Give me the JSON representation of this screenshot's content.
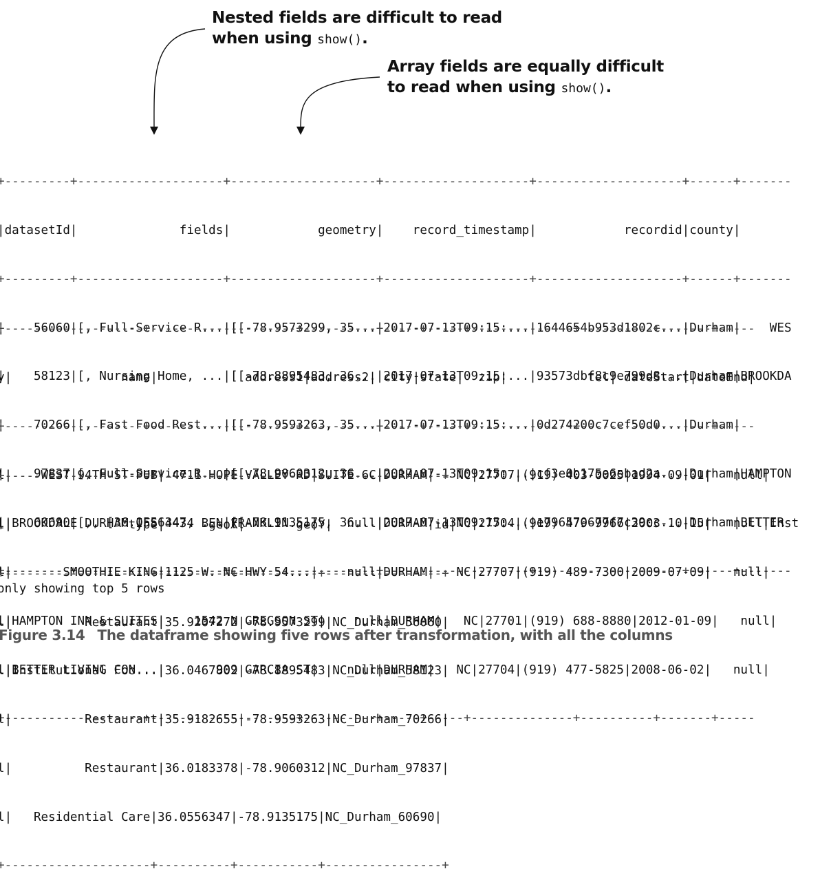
{
  "annotations": {
    "nested": {
      "line1": "Nested fields are difficult to read",
      "line2_prefix": "when using ",
      "code": "show()",
      "suffix": "."
    },
    "array": {
      "line1": "Array fields are equally difficult",
      "line2_prefix": "to read when using ",
      "code": "show()",
      "suffix": "."
    }
  },
  "table1": [
    "+---------+--------------------+--------------------+--------------------+--------------------+------+-------",
    "|datasetId|              fields|            geometry|    record_timestamp|            recordid|county|",
    "+---------+--------------------+--------------------+--------------------+--------------------+------+-------",
    "|    56060|[, Full-Service R...|[[-78.9573299, 35...|2017-07-13T09:15:...|1644654b953d1802c...|Durham|    WES",
    "|    58123|[, Nursing Home, ...|[[-78.8895483, 36...|2017-07-13T09:15:...|93573dbf8c9e799d8...|Durham|BROOKDA",
    "|    70266|[, Fast Food Rest...|[[-78.9593263, 35...|2017-07-13T09:15:...|0d274200c7cef50d0...|Durham|",
    "|    97837|[, Full-Service R...|[[-78.9060312, 36...|2017-07-13T09:15:...|cf3e0b175a6ebad2a...|Durham|HAMPTON",
    "|    60690|[,, [36.0556347, ...|[[-78.9135175, 36...|2017-07-13T09:15:...|e796570677f7c39cc...|Durham|BETTER",
    "+---------+--------------------+--------------------+--------------------+--------------------+------+-------"
  ],
  "table2": [
    "+-------------------+--------------------+----------+-----+-----+--------------+----------+-------+-----",
    "y|               name|            address1|address2| city|state|  zip|           tel| dateStart|dateEnd|",
    "+-------------------+--------------------+----------+-----+-----+--------------+----------+-------+-----",
    "l|    WEST 94TH ST PUB| 4711 HOPE VALLEY RD|SUITE 6C|DURHAM|   NC|27707|(919) 403-0025|1994-09-01|   null|",
    "l|BROOKDALE DURHAM IFS|4434 BEN FRANKLIN...|    null|DURHAM|   NC|27704|(919) 479-9966|2003-10-15|   null|Inst",
    "l|       SMOOTHIE KING|1125 W. NC HWY 54...|    null|DURHAM|   NC|27707|(919) 489-7300|2009-07-09|   null|",
    "l|HAMPTON INN & SUITES|    1542 N GREGSON ST|    null|DURHAM|   NC|27701|(919) 688-8880|2012-01-09|   null|",
    "l|BETTER LIVING CON...|       909 GARCIA ST|    null|DURHAM|   NC|27704|(919) 477-5825|2008-06-02|   null|",
    "+-------------------+--------------------+----------+-----+-----+--------------+----------+-------+-----"
  ],
  "table3": [
    "+--------------------+----------+-----------+----------------+",
    "l|                type|      geoX|       geoY|              id|",
    "+--------------------+----------+-----------+----------------+",
    "l|          Restaurant|35.9207272|-78.9573299|NC_Durham_56060|",
    "l|Institutional Foo...|36.0467802|-78.8895483|NC_Durham_58123|",
    "l|          Restaurant|35.9182655|-78.9593263|NC_Durham_70266|",
    "l|          Restaurant|36.0183378|-78.9060312|NC_Durham_97837|",
    "l|   Residential Care|36.0556347|-78.9135175|NC_Durham_60690|",
    "+--------------------+----------+-----------+----------------+"
  ],
  "footer_note": "only showing top 5 rows",
  "caption": {
    "number": "Figure 3.14",
    "text": "The dataframe showing five rows after transformation, with all the columns"
  }
}
